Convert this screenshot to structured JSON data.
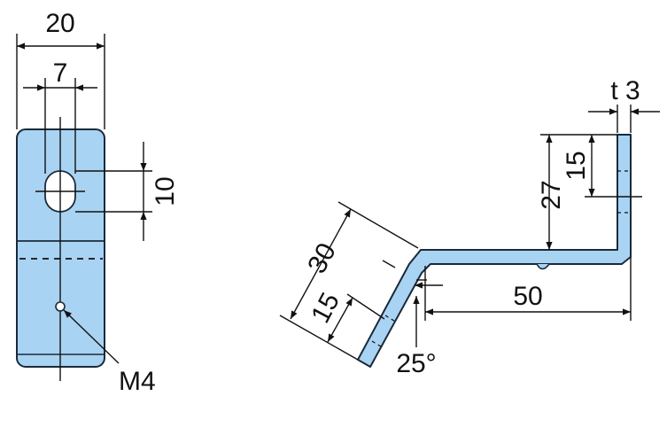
{
  "front_view": {
    "width_dim": "20",
    "slot_width_dim": "7",
    "slot_length_dim": "10",
    "hole_label": "M4"
  },
  "side_view": {
    "thickness_dim": "t 3",
    "upper_hole_dim": "15",
    "upper_leg_dim": "27",
    "base_length_dim": "50",
    "lower_leg_dim": "30",
    "lower_hole_dim": "15",
    "angle_dim": "25°"
  },
  "colors": {
    "part_fill": "#a9d3f2",
    "outline": "#1a2a3a"
  }
}
